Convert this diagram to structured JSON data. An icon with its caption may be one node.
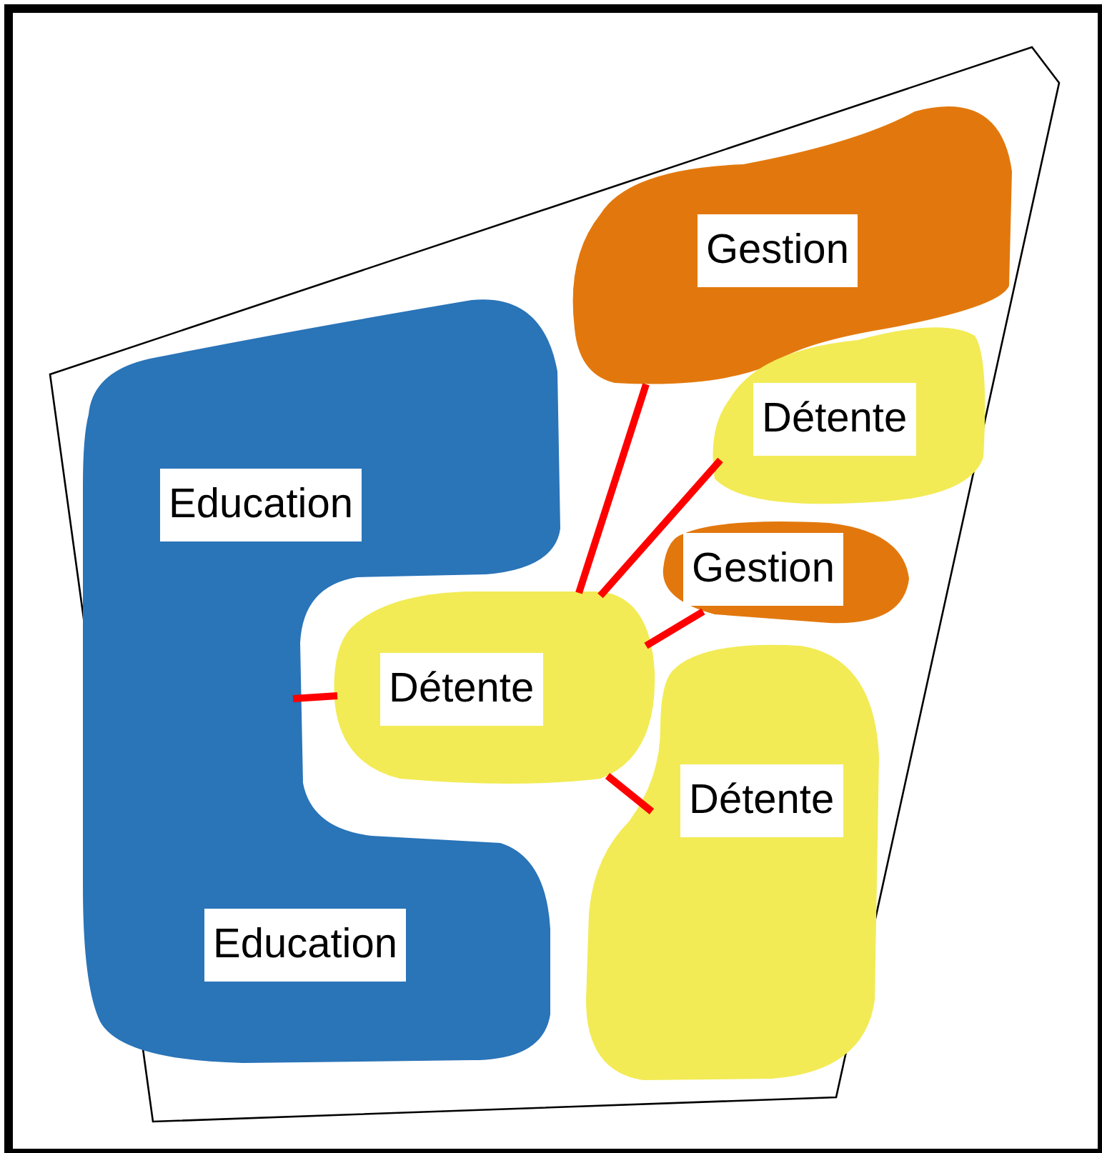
{
  "diagram": {
    "nodes": [
      {
        "text": [
          "Gestion"
        ]
      },
      {
        "text": [
          "Détente"
        ]
      },
      {
        "text": [
          "Education",
          "Education"
        ]
      },
      {
        "text": [
          "Gestion"
        ]
      },
      {
        "text": [
          "Détente"
        ]
      },
      {
        "text": [
          "Détente"
        ]
      }
    ],
    "edges": [
      {
        "from": 4,
        "to": 2,
        "arrow": "none"
      },
      {
        "from": 4,
        "to": 0,
        "arrow": "none"
      },
      {
        "from": 4,
        "to": 1,
        "arrow": "none"
      },
      {
        "from": 4,
        "to": 3,
        "arrow": "none"
      },
      {
        "from": 4,
        "to": 5,
        "arrow": "none"
      }
    ]
  }
}
